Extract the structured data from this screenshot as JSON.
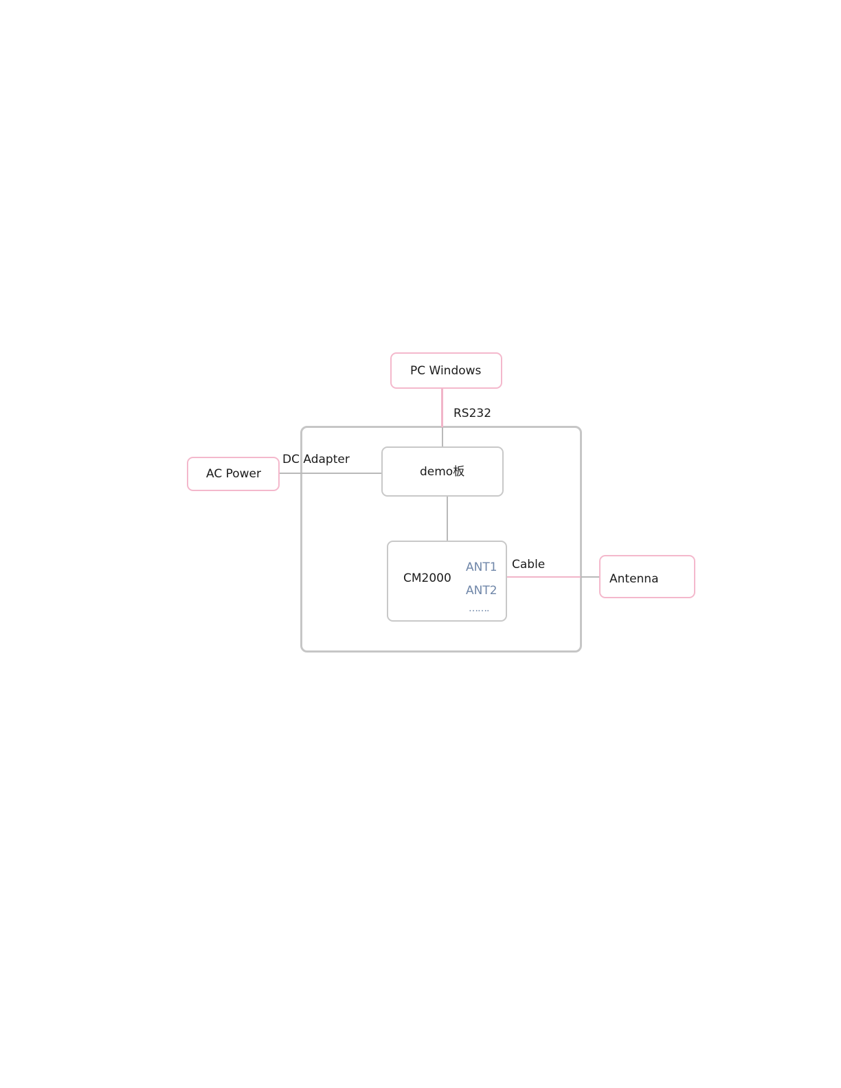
{
  "diagram": {
    "nodes": {
      "pc": {
        "label": "PC Windows"
      },
      "demo": {
        "label": "demo板"
      },
      "ac_power": {
        "label": "AC Power"
      },
      "cm2000": {
        "label": "CM2000",
        "ports": [
          "ANT1",
          "ANT2"
        ],
        "more": "……."
      },
      "antenna": {
        "label": "Antenna"
      }
    },
    "edges": {
      "rs232": {
        "label": "RS232",
        "from": "pc",
        "to": "demo"
      },
      "dc_adapter": {
        "label": "DC Adapter",
        "from": "ac_power",
        "to": "demo"
      },
      "internal": {
        "from": "demo",
        "to": "cm2000"
      },
      "cable": {
        "label": "Cable",
        "from": "cm2000",
        "to": "antenna"
      }
    },
    "colors": {
      "external_border": "#f4b8cc",
      "internal_border": "#c8c8c8",
      "port_text": "#6f86a8"
    }
  }
}
